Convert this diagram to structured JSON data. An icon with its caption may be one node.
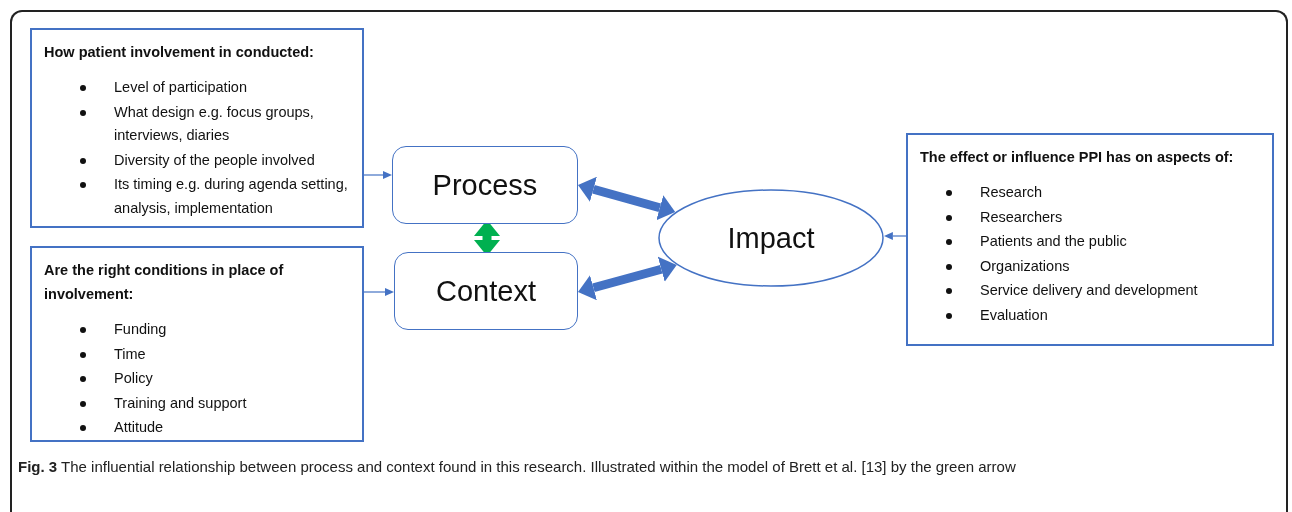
{
  "diagram": {
    "caption": "**Fig. 3** The influential relationship between process and context found in this research. Illustrated within the model of Brett et al. [13] by the green arrow",
    "nodes": [
      {
        "text": [
          "How patient involvement in conducted:",
          "Level of participation",
          "What design e.g. focus groups, interviews, diaries",
          "Diversity of the people involved",
          "Its timing e.g. during agenda setting, analysis, implementation"
        ]
      },
      {
        "text": [
          "Are the right conditions in place of involvement:",
          "Funding",
          "Time",
          "Policy",
          "Training and support",
          "Attitude"
        ]
      },
      {
        "text": [
          "Process"
        ]
      },
      {
        "text": [
          "Context"
        ]
      },
      {
        "text": [
          "Impact"
        ]
      },
      {
        "text": [
          "The effect or influence PPI has on aspects of:",
          "Research",
          "Researchers",
          "Patients and the public",
          "Organizations",
          "Service delivery and development",
          "Evaluation"
        ]
      }
    ],
    "edges": [
      {
        "from": 0,
        "to": 2,
        "arrow": "to"
      },
      {
        "from": 1,
        "to": 3,
        "arrow": "to"
      },
      {
        "from": 2,
        "to": 4,
        "arrow": "both",
        "style": "thick"
      },
      {
        "from": 3,
        "to": 4,
        "arrow": "both",
        "style": "thick"
      },
      {
        "from": 2,
        "to": 3,
        "arrow": "both",
        "style": "thick",
        "color": "#00b050"
      },
      {
        "from": 5,
        "to": 4,
        "arrow": "to"
      }
    ]
  }
}
